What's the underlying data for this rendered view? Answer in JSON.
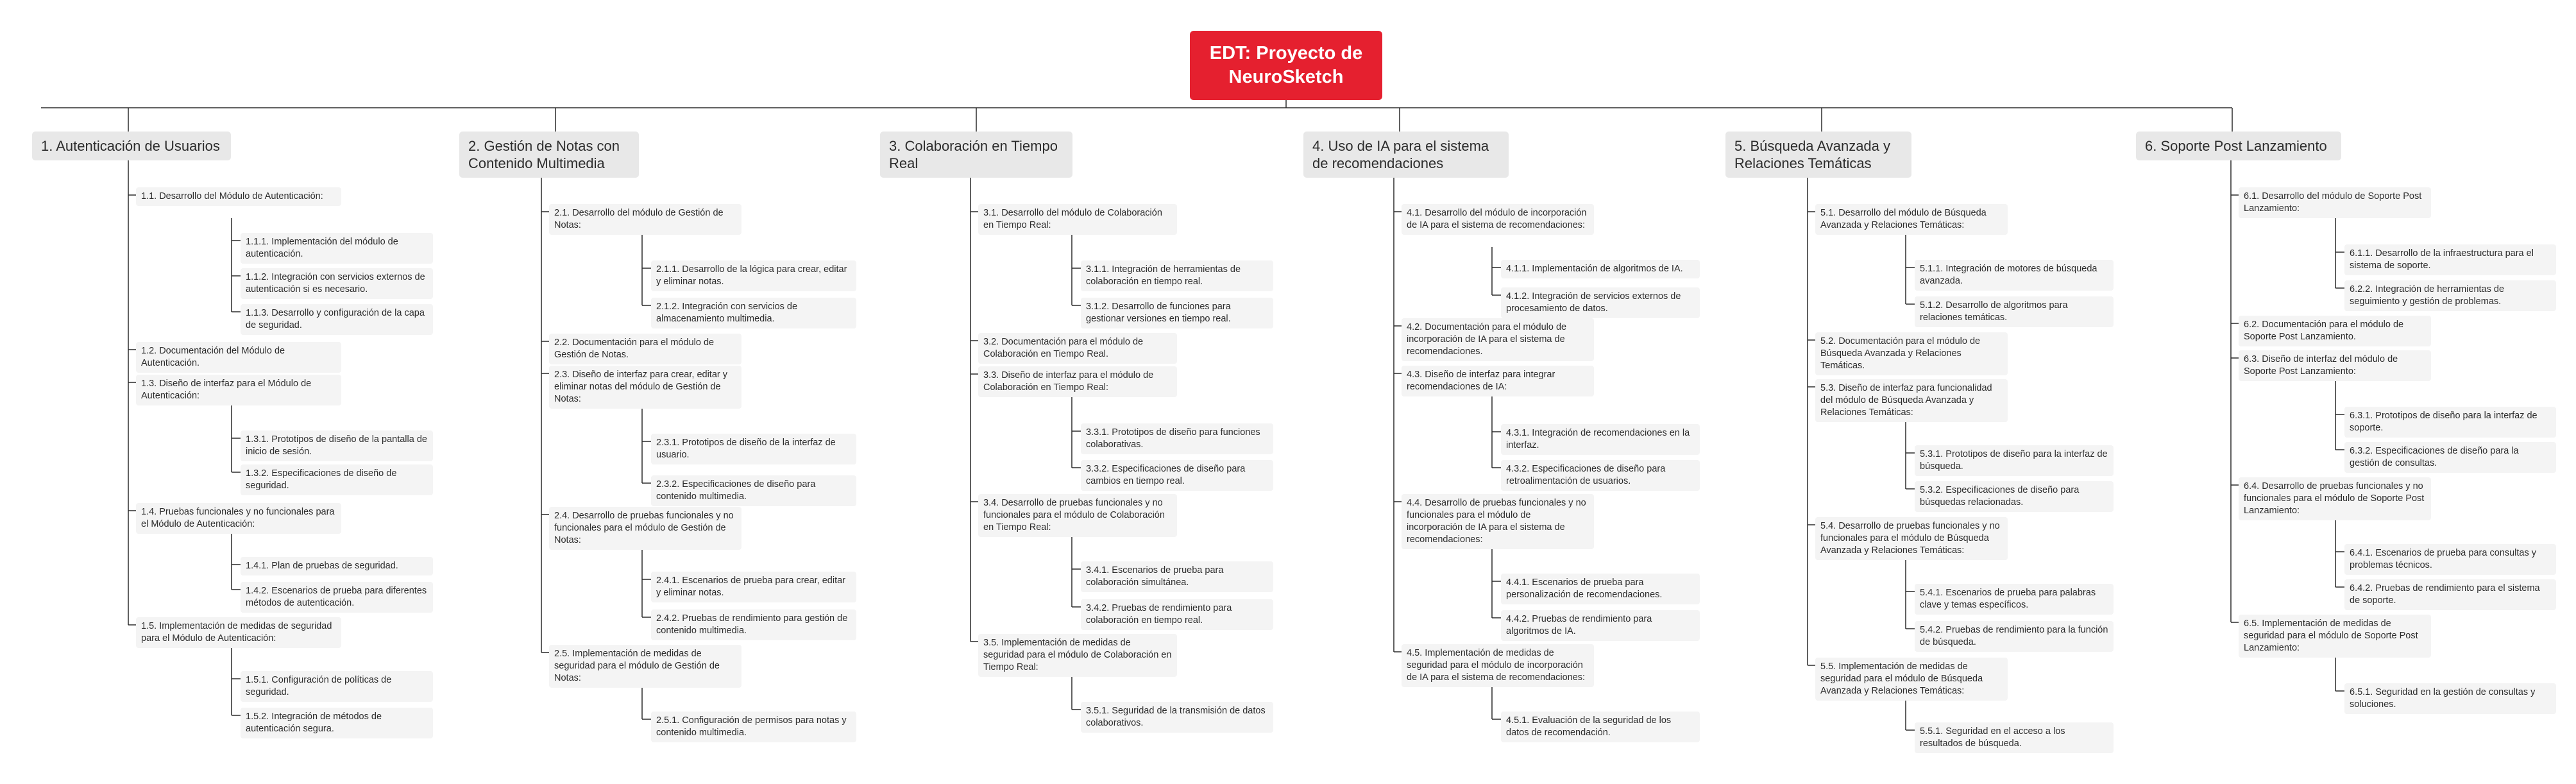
{
  "root": "EDT: Proyecto de NeuroSketch",
  "colors": {
    "root_bg": "#e5202f",
    "root_text": "#ffffff",
    "connector": "#2b2b2b",
    "node_bg": "#f4f4f4",
    "branch_bg": "#e8e8e8"
  },
  "branches": [
    {
      "label": "1.  Autenticación de Usuarios",
      "items": [
        {
          "label": "1.1. Desarrollo del Módulo de Autenticación:",
          "children": [
            "1.1.1. Implementación del módulo de autenticación.",
            "1.1.2. Integración con servicios externos de autenticación si es necesario.",
            "1.1.3. Desarrollo y configuración de la capa de seguridad."
          ]
        },
        {
          "label": "1.2. Documentación del Módulo de Autenticación.",
          "children": []
        },
        {
          "label": "1.3. Diseño de interfaz para el Módulo de Autenticación:",
          "children": [
            "1.3.1. Prototipos de diseño de la pantalla de inicio de sesión.",
            "1.3.2. Especificaciones de diseño de seguridad."
          ]
        },
        {
          "label": "1.4. Pruebas funcionales y no funcionales para el Módulo de Autenticación:",
          "children": [
            "1.4.1. Plan de pruebas de seguridad.",
            "1.4.2. Escenarios de prueba para diferentes métodos de autenticación."
          ]
        },
        {
          "label": "1.5. Implementación de medidas de seguridad para el Módulo de Autenticación:",
          "children": [
            "1.5.1. Configuración de políticas de seguridad.",
            "1.5.2. Integración de métodos de autenticación segura."
          ]
        }
      ]
    },
    {
      "label": "2.  Gestión de Notas con Contenido Multimedia",
      "items": [
        {
          "label": "2.1. Desarrollo del módulo de Gestión de Notas:",
          "children": [
            "2.1.1. Desarrollo de la lógica para crear, editar y eliminar notas.",
            "2.1.2. Integración con servicios de almacenamiento multimedia."
          ]
        },
        {
          "label": "2.2. Documentación para el módulo de Gestión de Notas.",
          "children": []
        },
        {
          "label": "2.3.   Diseño de interfaz para crear, editar y eliminar notas del módulo de Gestión de Notas:",
          "children": [
            "2.3.1.      Prototipos de diseño de la interfaz de usuario.",
            "2.3.2.      Especificaciones de diseño para contenido multimedia."
          ]
        },
        {
          "label": "2.4. Desarrollo de pruebas funcionales y no funcionales para el módulo de Gestión de Notas:",
          "children": [
            "2.4.1. Escenarios de prueba para crear, editar y eliminar notas.",
            "2.4.2. Pruebas de rendimiento para gestión de contenido multimedia."
          ]
        },
        {
          "label": "2.5. Implementación de medidas de seguridad para el módulo de Gestión de Notas:",
          "children": [
            "2.5.1. Configuración de permisos para notas y contenido multimedia."
          ]
        }
      ]
    },
    {
      "label": "3. Colaboración en Tiempo Real",
      "items": [
        {
          "label": "3.1. Desarrollo del módulo de Colaboración en Tiempo Real:",
          "children": [
            "3.1.1. Integración de herramientas de colaboración en tiempo real.",
            "3.1.2. Desarrollo de funciones para gestionar versiones en tiempo real."
          ]
        },
        {
          "label": "3.2. Documentación para el módulo de Colaboración en Tiempo Real.",
          "children": []
        },
        {
          "label": "3.3. Diseño de interfaz para el módulo de Colaboración en Tiempo Real:",
          "children": [
            "3.3.1. Prototipos de diseño para funciones colaborativas.",
            "3.3.2. Especificaciones de diseño para cambios en tiempo real."
          ]
        },
        {
          "label": "3.4. Desarrollo de pruebas funcionales y no funcionales para el módulo de Colaboración en Tiempo Real:",
          "children": [
            "3.4.1. Escenarios de prueba para colaboración simultánea.",
            "3.4.2. Pruebas de rendimiento para colaboración en tiempo real."
          ]
        },
        {
          "label": "3.5. Implementación de medidas de seguridad para el módulo de Colaboración en Tiempo Real:",
          "children": [
            "3.5.1. Seguridad de la transmisión de datos colaborativos."
          ]
        }
      ]
    },
    {
      "label": "4. Uso de IA para el sistema de recomendaciones",
      "items": [
        {
          "label": "4.1. Desarrollo del módulo de incorporación de IA para el sistema de recomendaciones:",
          "children": [
            "4.1.1. Implementación de algoritmos de IA.",
            "4.1.2. Integración de servicios externos de procesamiento de datos."
          ]
        },
        {
          "label": "4.2. Documentación para el módulo de incorporación de IA para el sistema de recomendaciones.",
          "children": []
        },
        {
          "label": "4.3. Diseño de interfaz para integrar recomendaciones de IA:",
          "children": [
            "4.3.1. Integración de recomendaciones en la interfaz.",
            "4.3.2. Especificaciones de diseño para retroalimentación de usuarios."
          ]
        },
        {
          "label": "4.4. Desarrollo de pruebas funcionales y no funcionales para el módulo de incorporación de IA para el sistema de recomendaciones:",
          "children": [
            "4.4.1. Escenarios de prueba para personalización de recomendaciones.",
            "4.4.2. Pruebas de rendimiento para algoritmos de IA."
          ]
        },
        {
          "label": "4.5. Implementación de medidas de seguridad para el módulo de incorporación de IA para el sistema de recomendaciones:",
          "children": [
            "4.5.1. Evaluación de la seguridad de los datos de recomendación."
          ]
        }
      ]
    },
    {
      "label": "5. Búsqueda Avanzada y Relaciones Temáticas",
      "items": [
        {
          "label": "5.1. Desarrollo del módulo de Búsqueda Avanzada y Relaciones Temáticas:",
          "children": [
            "5.1.1. Integración de motores de búsqueda avanzada.",
            "5.1.2. Desarrollo de algoritmos para relaciones temáticas."
          ]
        },
        {
          "label": "5.2. Documentación para el módulo de Búsqueda Avanzada y Relaciones Temáticas.",
          "children": []
        },
        {
          "label": "5.3. Diseño de interfaz para funcionalidad del módulo de Búsqueda Avanzada y Relaciones Temáticas:",
          "children": [
            "5.3.1. Prototipos de diseño para la interfaz de búsqueda.",
            "5.3.2. Especificaciones de diseño para búsquedas relacionadas."
          ]
        },
        {
          "label": "5.4. Desarrollo de pruebas funcionales y no funcionales para el módulo de Búsqueda Avanzada y Relaciones Temáticas:",
          "children": [
            "5.4.1. Escenarios de prueba para palabras clave y temas específicos.",
            "5.4.2. Pruebas de rendimiento para la función de búsqueda."
          ]
        },
        {
          "label": "5.5. Implementación de medidas de seguridad para el módulo de Búsqueda Avanzada y Relaciones Temáticas:",
          "children": [
            "5.5.1. Seguridad en el acceso a los resultados de búsqueda."
          ]
        }
      ]
    },
    {
      "label": "6. Soporte Post Lanzamiento",
      "items": [
        {
          "label": "6.1. Desarrollo del módulo de Soporte Post Lanzamiento:",
          "children": [
            "6.1.1. Desarrollo de la infraestructura para el sistema de soporte.",
            "6.2.2. Integración de herramientas de seguimiento y gestión de problemas."
          ]
        },
        {
          "label": "6.2. Documentación para el módulo de Soporte Post Lanzamiento.",
          "children": []
        },
        {
          "label": "6.3. Diseño de interfaz del módulo de Soporte Post Lanzamiento:",
          "children": [
            "6.3.1. Prototipos de diseño para la interfaz de soporte.",
            "6.3.2. Especificaciones de diseño para la gestión de consultas."
          ]
        },
        {
          "label": "6.4. Desarrollo de pruebas funcionales y no funcionales para el módulo de Soporte Post Lanzamiento:",
          "children": [
            "6.4.1. Escenarios de prueba para consultas y problemas técnicos.",
            "6.4.2. Pruebas de rendimiento para el sistema de soporte."
          ]
        },
        {
          "label": "6.5. Implementación de medidas de seguridad para el módulo de Soporte Post Lanzamiento:",
          "children": [
            "6.5.1. Seguridad en la gestión de consultas y soluciones."
          ]
        }
      ]
    }
  ]
}
